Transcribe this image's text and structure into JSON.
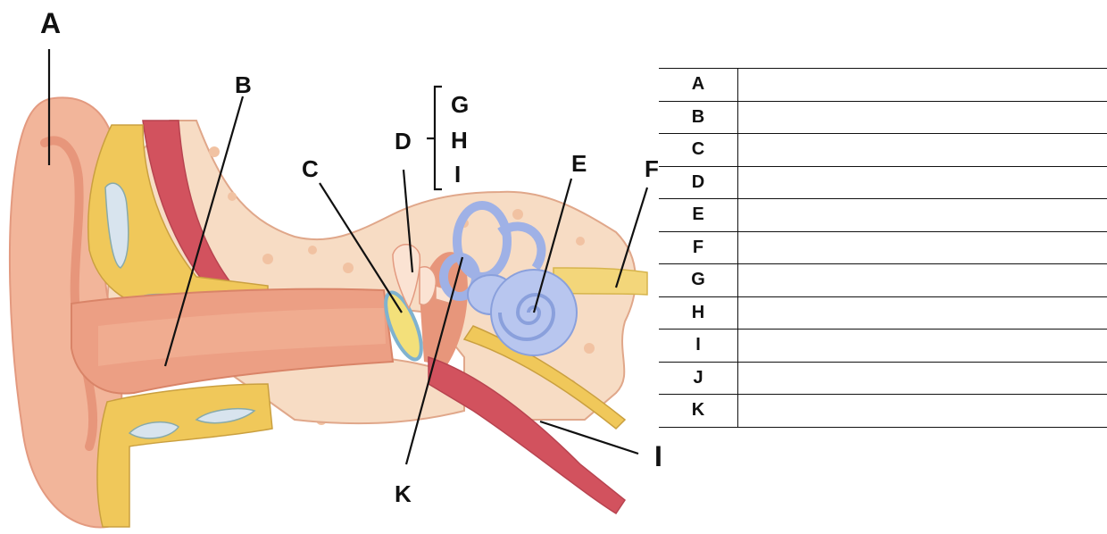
{
  "labels": {
    "A": "A",
    "B": "B",
    "C": "C",
    "D": "D",
    "E": "E",
    "F": "F",
    "G": "G",
    "H": "H",
    "I_bracket": "I",
    "I_tube": "I",
    "K": "K"
  },
  "table": {
    "rows": [
      {
        "letter": "A",
        "answer": ""
      },
      {
        "letter": "B",
        "answer": ""
      },
      {
        "letter": "C",
        "answer": ""
      },
      {
        "letter": "D",
        "answer": ""
      },
      {
        "letter": "E",
        "answer": ""
      },
      {
        "letter": "F",
        "answer": ""
      },
      {
        "letter": "G",
        "answer": ""
      },
      {
        "letter": "H",
        "answer": ""
      },
      {
        "letter": "I",
        "answer": ""
      },
      {
        "letter": "J",
        "answer": ""
      },
      {
        "letter": "K",
        "answer": ""
      }
    ]
  },
  "colors": {
    "skin": "#f2b59a",
    "skin_dark": "#e7967b",
    "bone": "#f7dcc4",
    "cartilage": "#f0c85a",
    "muscle": "#d2525e",
    "cochlea": "#9fb1e6",
    "eardrum": "#cfe4ee",
    "nerve": "#f3d67a"
  }
}
